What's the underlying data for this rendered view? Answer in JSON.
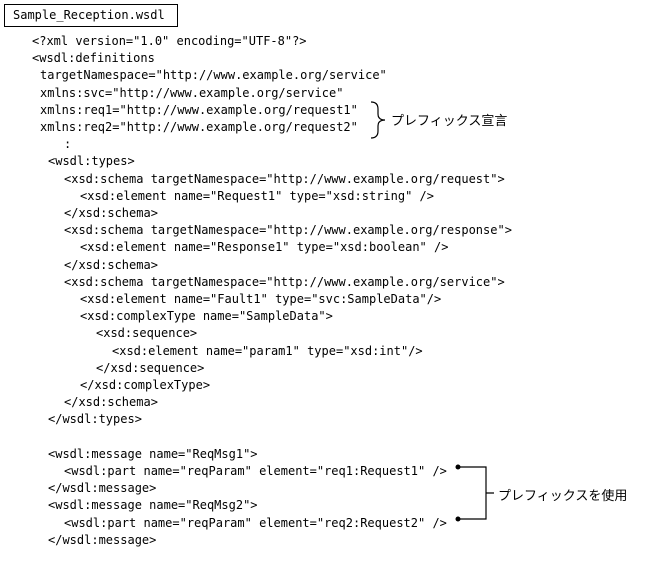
{
  "file": {
    "name": "Sample_Reception.wsdl"
  },
  "code": {
    "lines": [
      {
        "text": "<?xml version=\"1.0\" encoding=\"UTF-8\"?>",
        "indent": 32
      },
      {
        "text": "<wsdl:definitions",
        "indent": 32
      },
      {
        "text": "targetNamespace=\"http://www.example.org/service\"",
        "indent": 40
      },
      {
        "text": "xmlns:svc=\"http://www.example.org/service\"",
        "indent": 40
      },
      {
        "text": "xmlns:req1=\"http://www.example.org/request1\"",
        "indent": 40
      },
      {
        "text": "xmlns:req2=\"http://www.example.org/request2\"",
        "indent": 40
      },
      {
        "text": ":",
        "indent": 64
      },
      {
        "text": "<wsdl:types>",
        "indent": 48
      },
      {
        "text": "<xsd:schema targetNamespace=\"http://www.example.org/request\">",
        "indent": 64
      },
      {
        "text": "<xsd:element name=\"Request1\" type=\"xsd:string\" />",
        "indent": 80
      },
      {
        "text": "</xsd:schema>",
        "indent": 64
      },
      {
        "text": "<xsd:schema targetNamespace=\"http://www.example.org/response\">",
        "indent": 64
      },
      {
        "text": "<xsd:element name=\"Response1\" type=\"xsd:boolean\" />",
        "indent": 80
      },
      {
        "text": "</xsd:schema>",
        "indent": 64
      },
      {
        "text": "<xsd:schema targetNamespace=\"http://www.example.org/service\">",
        "indent": 64
      },
      {
        "text": "<xsd:element name=\"Fault1\" type=\"svc:SampleData\"/>",
        "indent": 80
      },
      {
        "text": "<xsd:complexType name=\"SampleData\">",
        "indent": 80
      },
      {
        "text": "<xsd:sequence>",
        "indent": 96
      },
      {
        "text": "<xsd:element name=\"param1\" type=\"xsd:int\"/>",
        "indent": 112
      },
      {
        "text": "</xsd:sequence>",
        "indent": 96
      },
      {
        "text": "</xsd:complexType>",
        "indent": 80
      },
      {
        "text": "</xsd:schema>",
        "indent": 64
      },
      {
        "text": "</wsdl:types>",
        "indent": 48
      },
      {
        "text": "",
        "indent": 48
      },
      {
        "text": "<wsdl:message name=\"ReqMsg1\">",
        "indent": 48
      },
      {
        "text": "<wsdl:part name=\"reqParam\" element=\"req1:Request1\" />",
        "indent": 64
      },
      {
        "text": "</wsdl:message>",
        "indent": 48
      },
      {
        "text": "<wsdl:message name=\"ReqMsg2\">",
        "indent": 48
      },
      {
        "text": "<wsdl:part name=\"reqParam\" element=\"req2:Request2\" />",
        "indent": 64
      },
      {
        "text": "</wsdl:message>",
        "indent": 48
      }
    ]
  },
  "annotations": {
    "prefix_declaration": "プレフィックス宣言",
    "prefix_usage": "プレフィックスを使用"
  }
}
